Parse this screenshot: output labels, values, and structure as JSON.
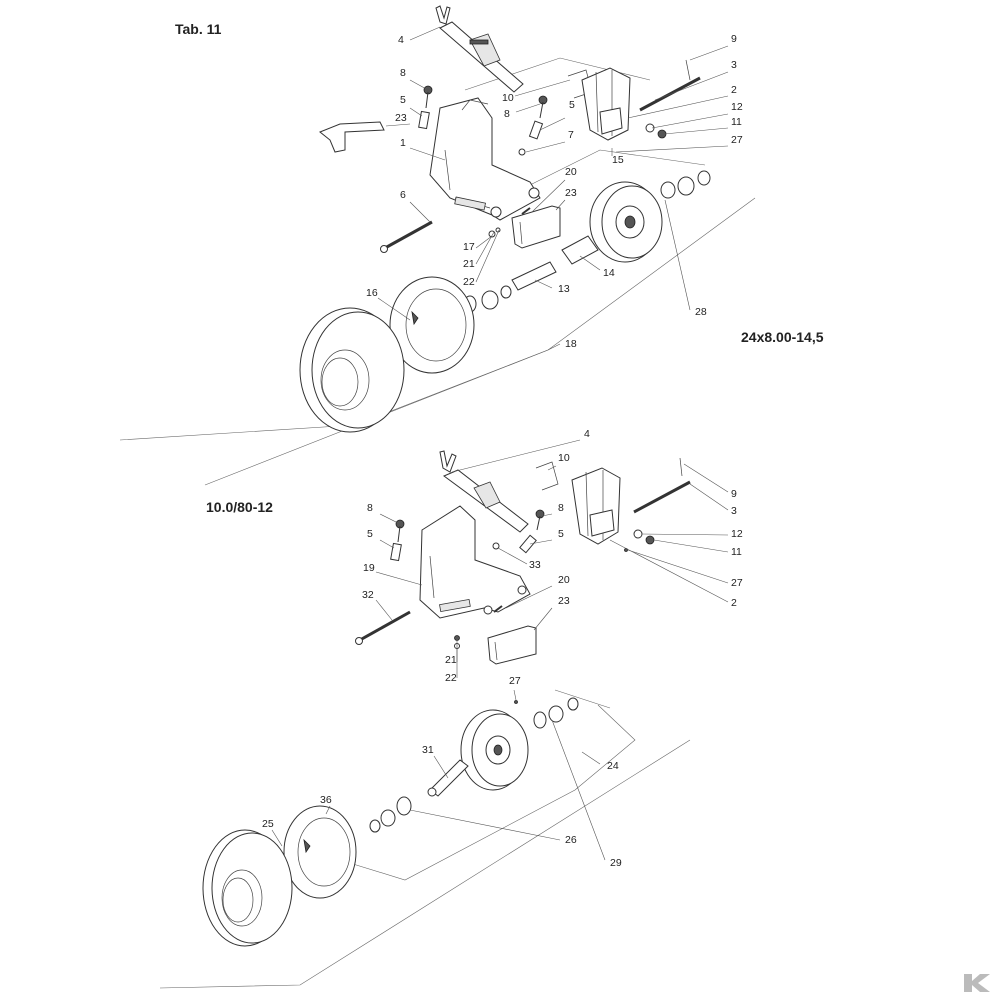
{
  "header": {
    "table_label": "Tab. 11"
  },
  "tire_sizes": {
    "upper": "24x8.00-14,5",
    "lower": "10.0/80-12"
  },
  "callouts_upper": [
    "4",
    "8",
    "5",
    "23",
    "1",
    "6",
    "10",
    "8",
    "5",
    "7",
    "9",
    "3",
    "2",
    "12",
    "11",
    "27",
    "15",
    "20",
    "23",
    "17",
    "21",
    "22",
    "16",
    "14",
    "13",
    "28",
    "18"
  ],
  "callouts_lower": [
    "4",
    "10",
    "8",
    "5",
    "8",
    "5",
    "9",
    "3",
    "12",
    "11",
    "27",
    "2",
    "19",
    "33",
    "20",
    "32",
    "23",
    "21",
    "22",
    "27",
    "24",
    "31",
    "36",
    "25",
    "26",
    "29"
  ],
  "colors": {
    "line": "#333333",
    "text": "#222222",
    "logo": "#bbbbbb"
  },
  "icons": {
    "logo": "brand-logo-icon"
  }
}
